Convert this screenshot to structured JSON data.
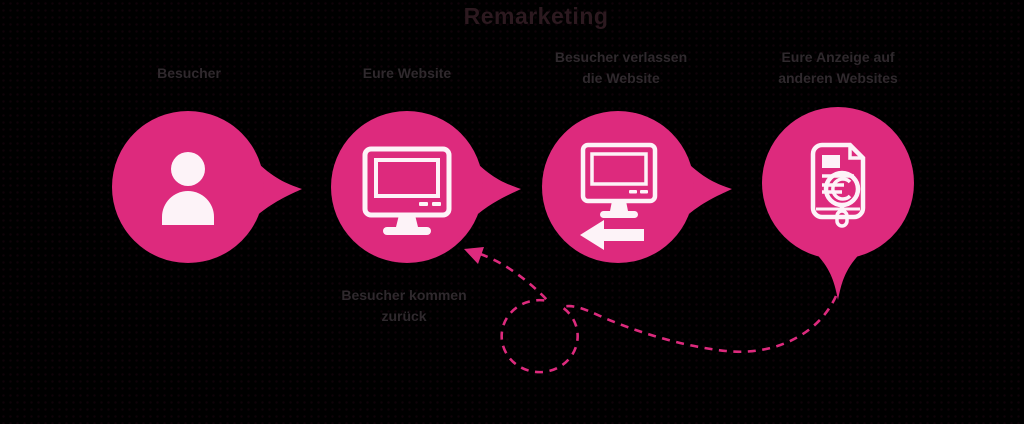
{
  "colors": {
    "pink": "#dd2a7d",
    "background": "#000000",
    "icon-white": "#fdf3f8",
    "label": "#2f292d",
    "title": "#2c191f"
  },
  "header": {
    "title": "Remarketing"
  },
  "steps": [
    {
      "label": "Besucher",
      "icon": "person-icon",
      "tail_direction": "right"
    },
    {
      "label": "Eure Website",
      "icon": "monitor-icon",
      "tail_direction": "right"
    },
    {
      "label": "Besucher verlassen\ndie Website",
      "icon": "monitor-leave-arrow-icon",
      "tail_direction": "right"
    },
    {
      "label": "Eure Anzeige auf\nanderen Websites",
      "icon": "ad-document-euro-search-icon",
      "tail_direction": "down"
    }
  ],
  "flow": {
    "return_label": "Besucher kommen\nzurück",
    "arrow_style": "dashed-loop-arrow"
  }
}
